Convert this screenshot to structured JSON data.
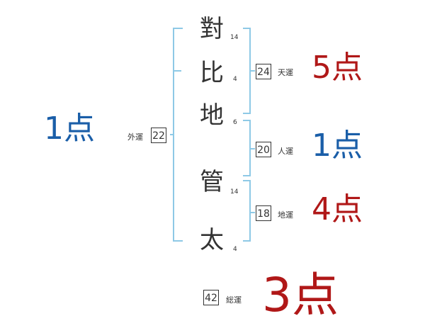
{
  "colors": {
    "bracket": "#8ec9e6",
    "text": "#333333",
    "good": "#1a5ea8",
    "bad": "#b01818"
  },
  "characters": [
    {
      "char": "對",
      "strokes": "14"
    },
    {
      "char": "比",
      "strokes": "4"
    },
    {
      "char": "地",
      "strokes": "6"
    },
    {
      "char": "管",
      "strokes": "14"
    },
    {
      "char": "太",
      "strokes": "4"
    }
  ],
  "gaikaku": {
    "label": "外運",
    "value": "22",
    "score": "1点",
    "score_color": "#1a5ea8"
  },
  "tenkaku": {
    "label": "天運",
    "value": "24",
    "score": "5点",
    "score_color": "#b01818"
  },
  "jinkaku": {
    "label": "人運",
    "value": "20",
    "score": "1点",
    "score_color": "#1a5ea8"
  },
  "chikaku": {
    "label": "地運",
    "value": "18",
    "score": "4点",
    "score_color": "#b01818"
  },
  "soukaku": {
    "label": "総運",
    "value": "42",
    "score": "3点",
    "score_color": "#b01818"
  }
}
